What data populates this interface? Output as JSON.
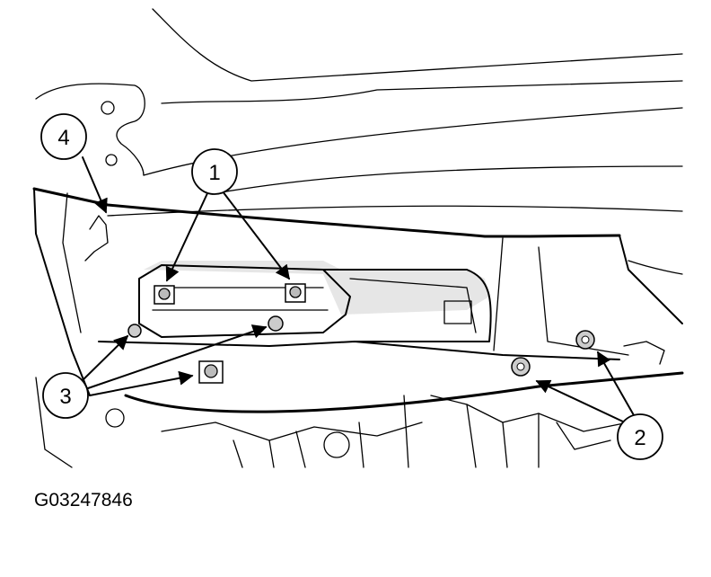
{
  "figure": {
    "figure_id": "G03247846",
    "callouts": [
      {
        "id": "callout-1",
        "label": "1"
      },
      {
        "id": "callout-2",
        "label": "2"
      },
      {
        "id": "callout-3",
        "label": "3"
      },
      {
        "id": "callout-4",
        "label": "4"
      }
    ]
  },
  "colors": {
    "line": "#000000",
    "background": "#ffffff",
    "shading": "#e6e6e6"
  }
}
